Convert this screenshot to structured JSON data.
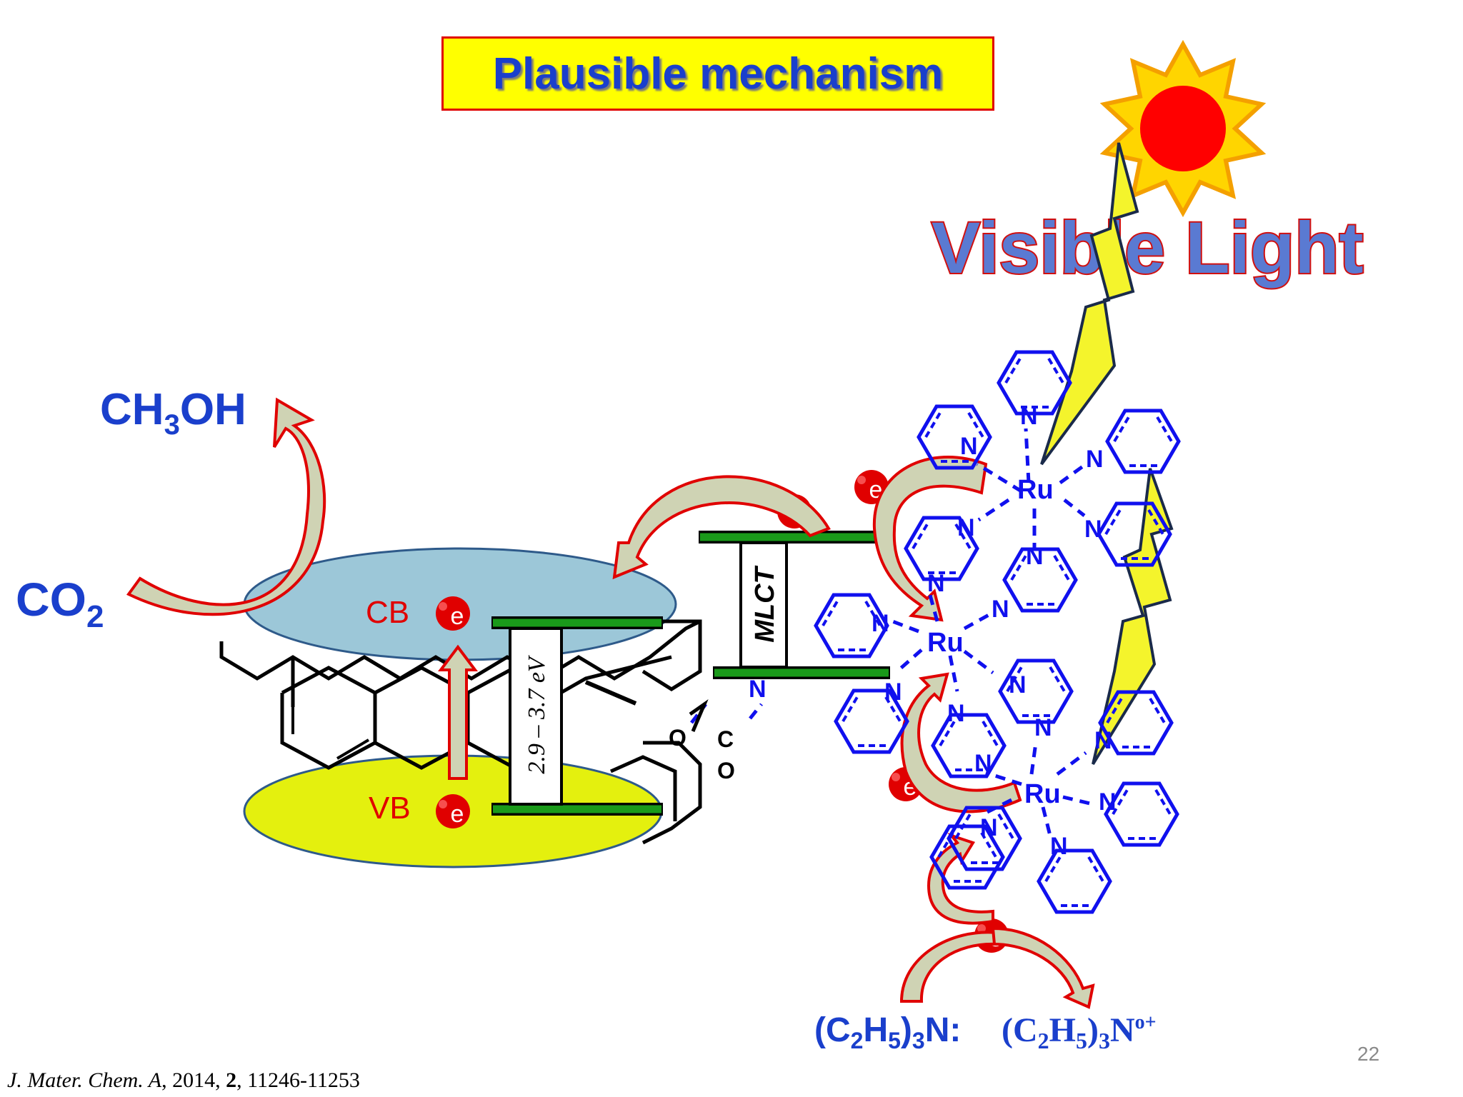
{
  "title": "Plausible mechanism",
  "visible_light_label": "Visible Light",
  "product_label": {
    "main": "CH",
    "sub": "3",
    "tail": "OH"
  },
  "reactant_label": {
    "main": "CO",
    "sub": "2"
  },
  "band_labels": {
    "cb": "CB",
    "vb": "VB"
  },
  "electron_label": "e",
  "band_gap_label": "2.9 – 3.7 eV",
  "mlct_label": "MLCT",
  "carbonyl_atoms": {
    "o1": "O",
    "c": "C",
    "o2": "O"
  },
  "metal_label": "Ru",
  "nitrogen_label": "N",
  "donor_label": {
    "part1": "(C",
    "sub1": "2",
    "part2": "H",
    "sub2": "5",
    "part3": ")",
    "sub3": "3",
    "part4": "N:"
  },
  "oxidized_donor_label": {
    "part1": "(C",
    "sub1": "2",
    "part2": "H",
    "sub2": "5",
    "part3": ")",
    "sub3": "3",
    "part4": "N",
    "sup": "o+"
  },
  "page_number": "22",
  "citation": {
    "journal": "J. Mater. Chem. A",
    "year": "2014",
    "volume": "2",
    "pages": "11246-11253"
  },
  "colors": {
    "title_bg": "#ffff00",
    "title_border": "#e00000",
    "title_text": "#1a3fcc",
    "cb_ellipse": "#9cc7d8",
    "vb_ellipse": "#e4f00e",
    "band_line": "#1a9a1a",
    "electron": "#e00000",
    "ligand_blue": "#1010ee",
    "bolt": "#f4f42c",
    "arrow_fill": "#cfd3b4",
    "arrow_stroke": "#e00000",
    "sun": "#ff0000",
    "sun_rays": "#f4a000"
  }
}
